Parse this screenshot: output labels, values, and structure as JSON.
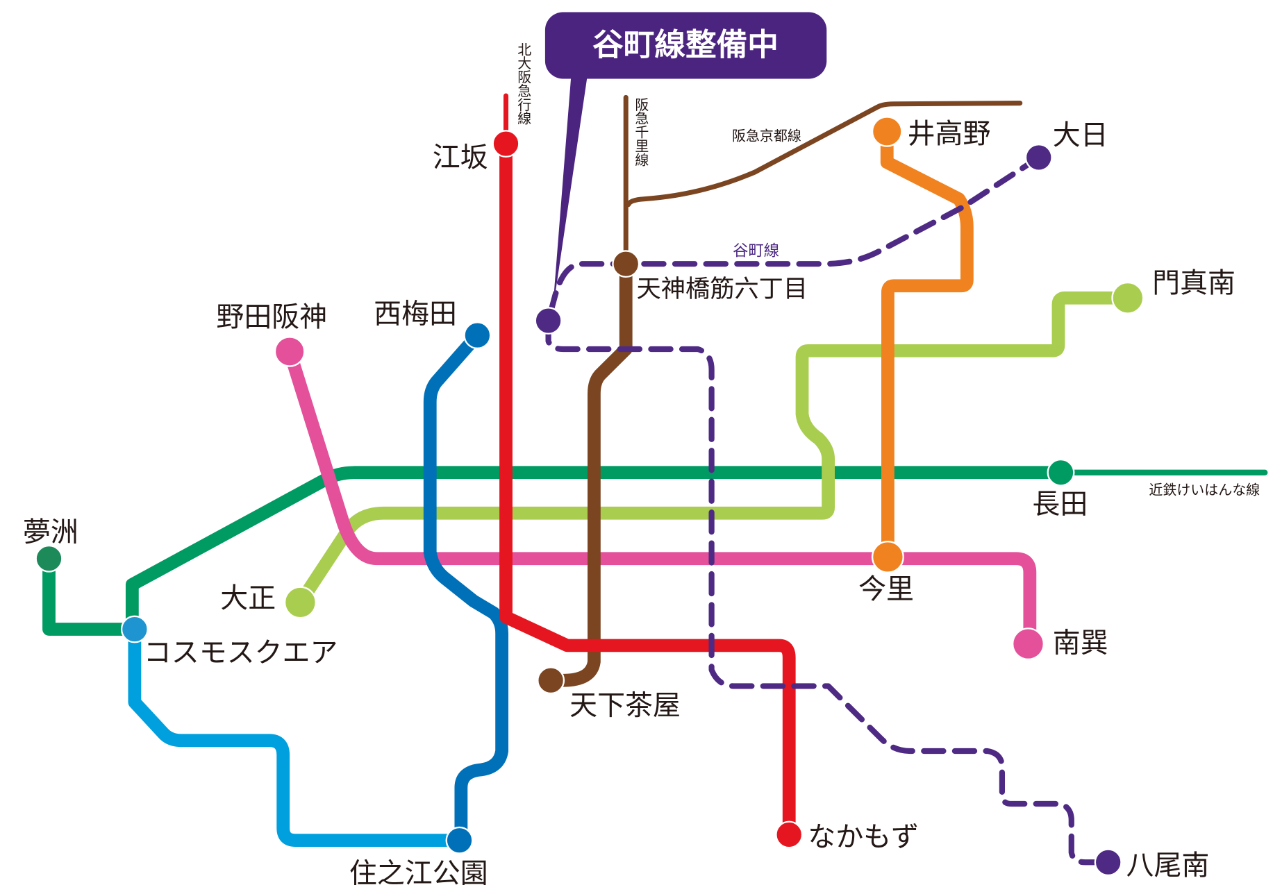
{
  "callout": {
    "text": "谷町線整備中"
  },
  "lines": {
    "kita_osaka_kyuko": "北大阪急行線",
    "hankyu_senri": "阪急千里線",
    "hankyu_kyoto": "阪急京都線",
    "tanimachi": "谷町線",
    "kintetsu_keihanna": "近鉄けいはんな線"
  },
  "stations": {
    "esaka": "江坂",
    "idakano": "井高野",
    "dainichi": "大日",
    "tenjinbashi": "天神橋筋六丁目",
    "kadomaminami": "門真南",
    "nodahanshin": "野田阪神",
    "nishiumeda": "西梅田",
    "nagata": "長田",
    "yumeshima": "夢洲",
    "imazato": "今里",
    "taisho": "大正",
    "cosmosquare": "コスモスクエア",
    "minamitatsumi": "南巽",
    "tengachaya": "天下茶屋",
    "nakamozu": "なかもず",
    "yaominami": "八尾南",
    "suminoekoen": "住之江公園"
  },
  "colors": {
    "midosuji": "#e5161f",
    "sakaisuji": "#7a4520",
    "imazatosuji": "#f08220",
    "nagahori": "#a9cd4f",
    "chuo": "#009a63",
    "sennichimae": "#e4509a",
    "yotsubashi": "#0071b8",
    "nanko": "#00a0de",
    "tanimachi": "#4e2a84"
  }
}
